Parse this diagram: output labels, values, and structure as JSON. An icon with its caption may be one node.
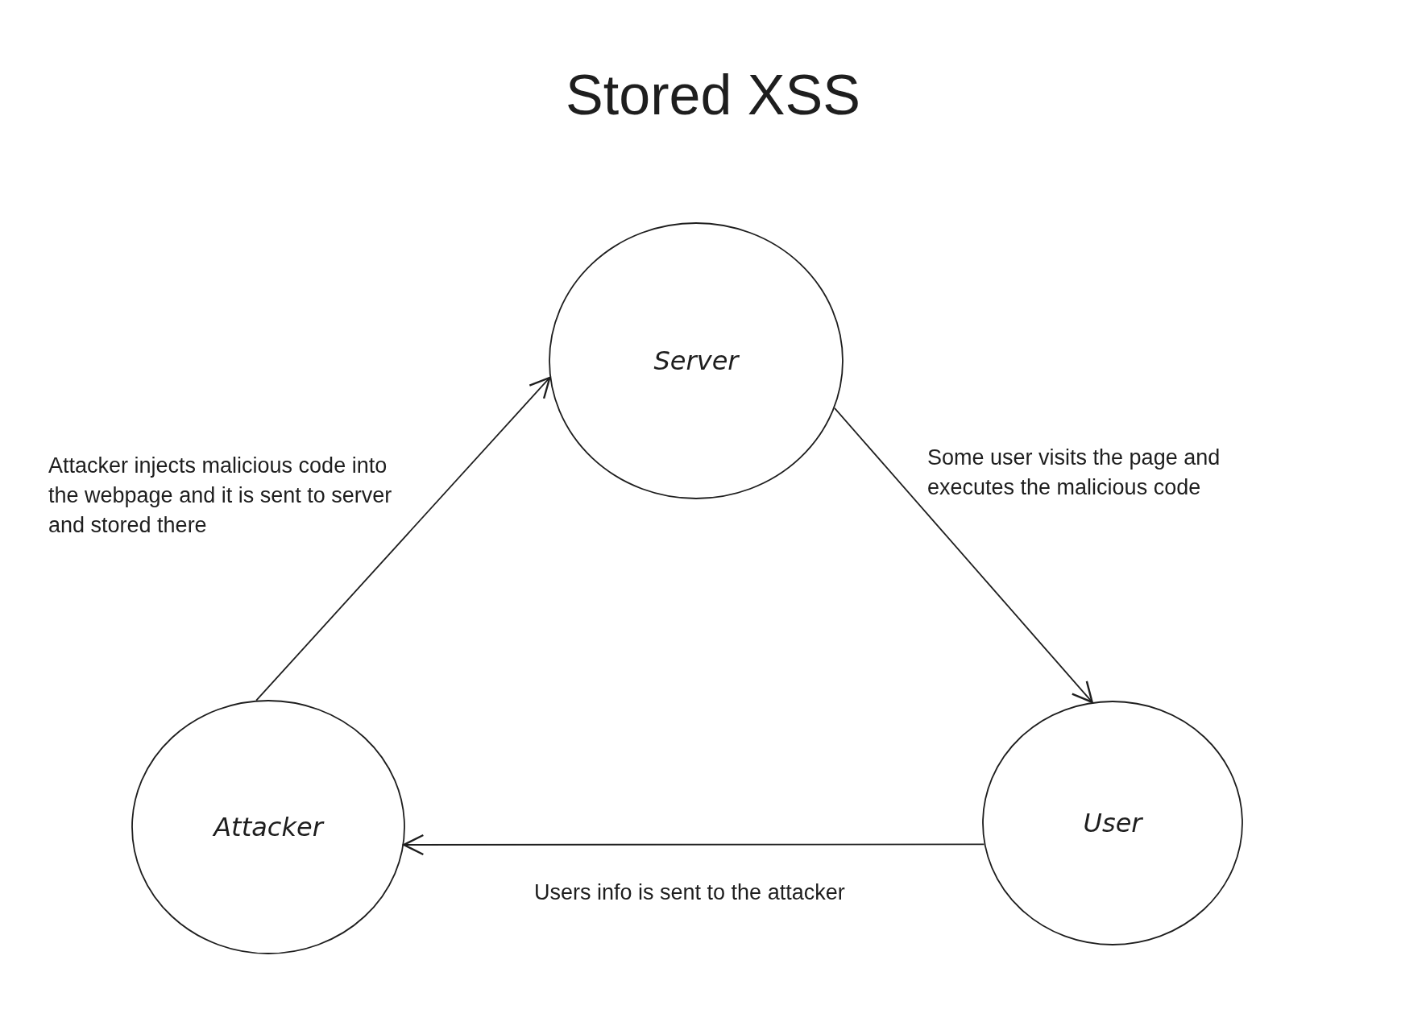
{
  "diagram": {
    "title": "Stored XSS",
    "nodes": [
      {
        "text": [
          "Server"
        ]
      },
      {
        "text": [
          "Attacker"
        ]
      },
      {
        "text": [
          "User"
        ]
      }
    ],
    "edges": [
      {
        "from": 1,
        "to": 0,
        "arrow": "to",
        "label": "Attacker injects malicious code into the webpage and it is sent to server and stored there"
      },
      {
        "from": 0,
        "to": 2,
        "arrow": "to",
        "label": "Some user visits the page and executes the malicious code"
      },
      {
        "from": 2,
        "to": 1,
        "arrow": "to",
        "label": "Users info is sent to the attacker"
      }
    ]
  }
}
